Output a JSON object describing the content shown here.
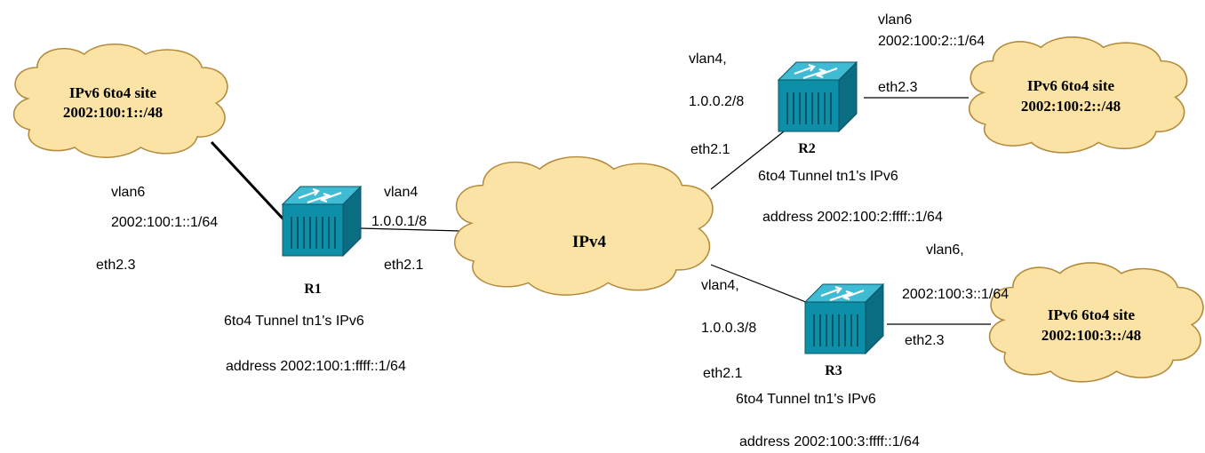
{
  "clouds": {
    "site1": {
      "line1": "IPv6 6to4  site",
      "line2": "2002:100:1::/48"
    },
    "site2": {
      "line1": "IPv6 6to4  site",
      "line2": "2002:100:2::/48"
    },
    "site3": {
      "line1": "IPv6 6to4  site",
      "line2": "2002:100:3::/48"
    },
    "ipv4": {
      "label": "IPv4"
    }
  },
  "routers": {
    "r1": {
      "name": "R1",
      "lan_vlan": "vlan6",
      "lan_addr": "2002:100:1::1/64",
      "lan_port": "eth2.3",
      "wan_vlan": "vlan4",
      "wan_addr": "1.0.0.1/8",
      "wan_port": "eth2.1",
      "tunnel_line1": "6to4  Tunnel tn1's IPv6",
      "tunnel_line2": "address 2002:100:1:ffff::1/64"
    },
    "r2": {
      "name": "R2",
      "lan_vlan": "vlan6",
      "lan_addr": "2002:100:2::1/64",
      "lan_port": "eth2.3",
      "wan_vlan": "vlan4,",
      "wan_addr": "1.0.0.2/8",
      "wan_port": "eth2.1",
      "tunnel_line1": "6to4  Tunnel tn1's IPv6",
      "tunnel_line2": "address 2002:100:2:ffff::1/64"
    },
    "r3": {
      "name": "R3",
      "lan_vlan": "vlan6,",
      "lan_addr": "2002:100:3::1/64",
      "lan_port": "eth2.3",
      "wan_vlan": "vlan4,",
      "wan_addr": "1.0.0.3/8",
      "wan_port": "eth2.1",
      "tunnel_line1": "6to4  Tunnel tn1's IPv6",
      "tunnel_line2": "address 2002:100:3:ffff::1/64"
    }
  },
  "colors": {
    "cloud_fill": "#fbe3a6",
    "cloud_stroke": "#b38a3c",
    "router_front": "#0e8fa8",
    "router_top": "#3fbcd3",
    "router_side": "#0a6d82"
  }
}
